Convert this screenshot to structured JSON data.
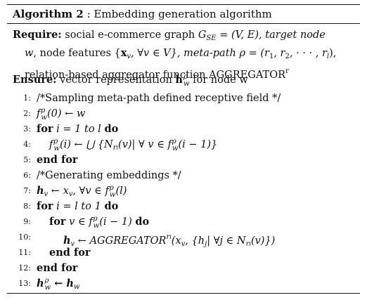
{
  "header": {
    "algo_label": "Algorithm 2",
    "sep": " : ",
    "title": "Embedding generation algorithm"
  },
  "require": {
    "label": "Require:",
    "line1_text": "social e-commerce graph ",
    "line1_math": "G",
    "line1_sub": "SE",
    "line1_rest": " = (V, E), target node",
    "line2_a": "w",
    "line2_b": ", node features {",
    "line2_c": "x",
    "line2_d": "v",
    "line2_e": ", ∀v ∈ V}, meta-path ρ = (r",
    "line2_f": "1",
    "line2_g": ", r",
    "line2_h": "2",
    "line2_i": ", · · · , r",
    "line2_j": "l",
    "line2_k": "),",
    "line3_a": "relation-based aggregator function AGGREGATOR",
    "line3_sup": "r"
  },
  "ensure": {
    "label": "Ensure:",
    "text": " vector representation ",
    "h": "h",
    "sup": "ρ",
    "sub": "w",
    "rest": " for node w"
  },
  "lines": [
    {
      "num": "1:",
      "text": "/*Sampling meta-path defined receptive field */"
    },
    {
      "num": "2:",
      "text": "f"
    },
    {
      "num": "3:",
      "kw": "for",
      "text": " i = 1 to l ",
      "kw2": "do"
    },
    {
      "num": "4:",
      "text": "f"
    },
    {
      "num": "5:",
      "kw": "end for"
    },
    {
      "num": "6:",
      "text": "/*Generating embeddings */"
    },
    {
      "num": "7:",
      "text": "h"
    },
    {
      "num": "8:",
      "kw": "for",
      "text": " i = l to 1 ",
      "kw2": "do"
    },
    {
      "num": "9:",
      "kw": "for",
      "text": " v ∈ f",
      "kw2": "do"
    },
    {
      "num": "10:",
      "text": "h"
    },
    {
      "num": "11:",
      "kw": "end for"
    },
    {
      "num": "12:",
      "kw": "end for"
    },
    {
      "num": "13:",
      "text": "h"
    }
  ],
  "math": {
    "l2_a": "(0) ← w",
    "l4_a": "(i) ← ⋃ {",
    "l4_b": "N",
    "l4_c": "(v)| ∀ v ∈ f",
    "l4_d": "(i − 1)}",
    "l7_a": " ← x",
    "l7_b": ", ∀v ∈ f",
    "l7_c": "(l)",
    "l9_a": "(i − 1) ",
    "l10_a": " ← AGGREGATOR",
    "l10_sup": "r",
    "l10_supsub": "i",
    "l10_b": "(x",
    "l10_c": ",  {h",
    "l10_d": "| ∀j ∈ N",
    "l10_e": "(v)})",
    "l13_a": " ← h",
    "rho": "ρ",
    "w": "w",
    "v": "v",
    "j": "j",
    "ri": "r",
    "i": "i"
  }
}
